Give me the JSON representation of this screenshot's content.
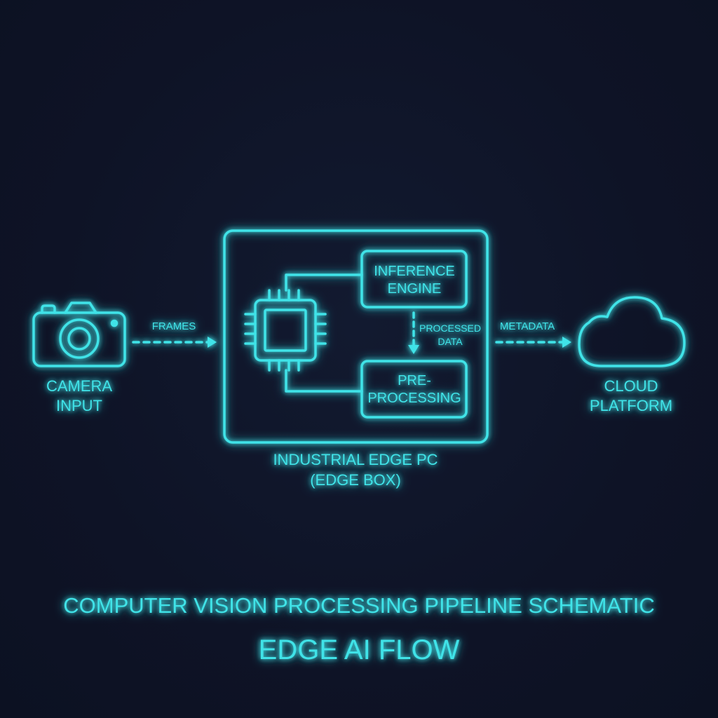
{
  "colors": {
    "background": "#0f1427",
    "accent": "#3fe3e8",
    "accent_dim": "#2fc7d2"
  },
  "icons": {
    "camera": "camera-icon",
    "cpu": "cpu-chip-icon",
    "cloud": "cloud-icon"
  },
  "nodes": {
    "camera": {
      "line1": "CAMERA",
      "line2": "INPUT"
    },
    "edge_box": {
      "line1": "INDUSTRIAL EDGE PC",
      "line2": "(EDGE BOX)"
    },
    "inference": {
      "line1": "INFERENCE",
      "line2": "ENGINE"
    },
    "preprocessing": {
      "line1": "PRE-",
      "line2": "PROCESSING"
    },
    "cloud": {
      "line1": "CLOUD",
      "line2": "PLATFORM"
    }
  },
  "edges": {
    "frames": "FRAMES",
    "processed": {
      "line1": "PROCESSED",
      "line2": "DATA"
    },
    "metadata": "METADATA"
  },
  "footer": {
    "title": "COMPUTER VISION PROCESSING PIPELINE SCHEMATIC",
    "subtitle": "EDGE AI FLOW"
  }
}
